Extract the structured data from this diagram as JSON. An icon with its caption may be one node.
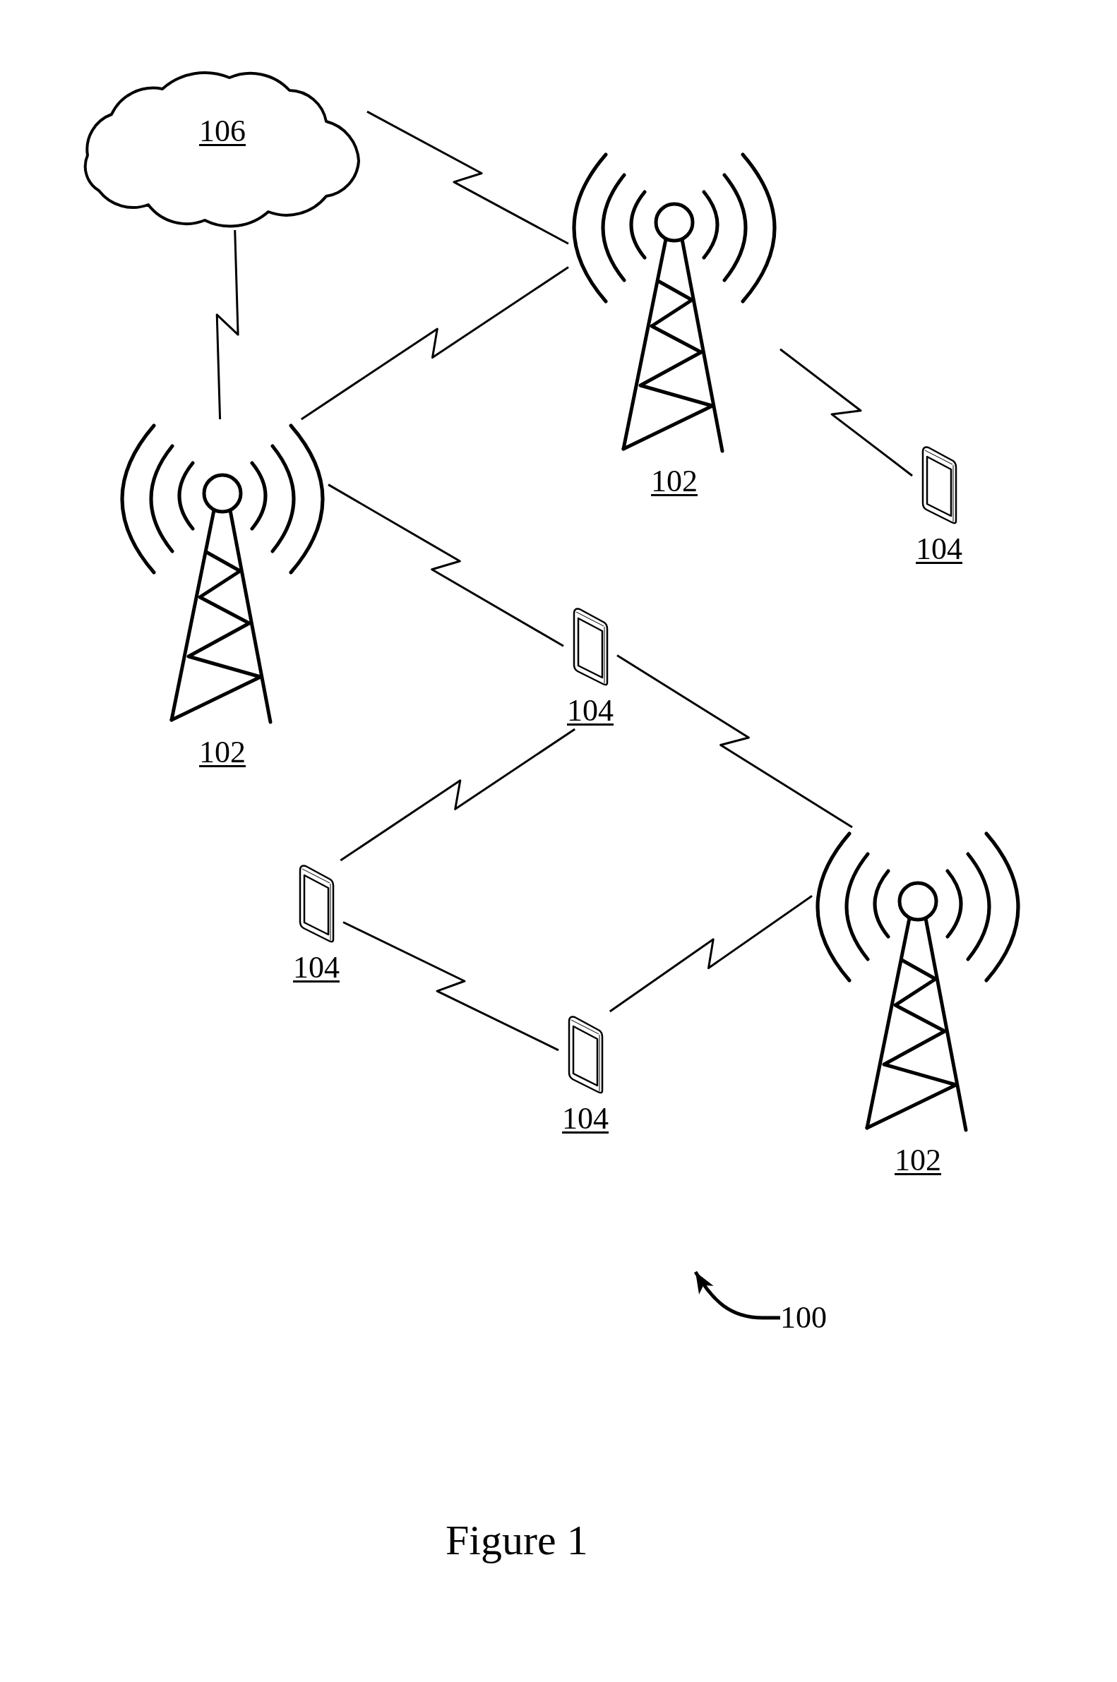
{
  "diagram": {
    "caption": "Figure 1",
    "nodes": [
      {
        "text": [
          "106"
        ]
      },
      {
        "text": [
          "102"
        ]
      },
      {
        "text": [
          "104"
        ]
      },
      {
        "text": [
          "102"
        ]
      },
      {
        "text": [
          "104"
        ]
      },
      {
        "text": [
          "104"
        ]
      },
      {
        "text": [
          "102"
        ]
      },
      {
        "text": [
          "104"
        ]
      },
      {
        "text": [
          "100"
        ]
      }
    ],
    "edges": [
      {
        "from": 0,
        "to": 1,
        "arrow": "none"
      },
      {
        "from": 0,
        "to": 3,
        "arrow": "none"
      },
      {
        "from": 1,
        "to": 3,
        "arrow": "none"
      },
      {
        "from": 1,
        "to": 2,
        "arrow": "none"
      },
      {
        "from": 3,
        "to": 4,
        "arrow": "none"
      },
      {
        "from": 4,
        "to": 6,
        "arrow": "none"
      },
      {
        "from": 4,
        "to": 5,
        "arrow": "none"
      },
      {
        "from": 5,
        "to": 7,
        "arrow": "none"
      },
      {
        "from": 7,
        "to": 6,
        "arrow": "none"
      },
      {
        "from": 8,
        "to": null,
        "arrow": "to"
      }
    ]
  }
}
